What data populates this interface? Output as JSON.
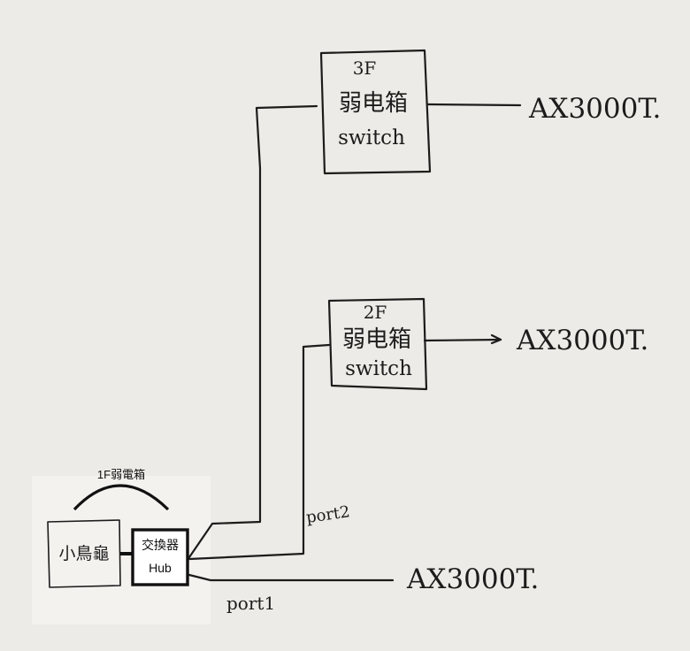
{
  "floors": {
    "floor3": {
      "title": "3F",
      "box": "弱电箱",
      "device": "switch"
    },
    "floor2": {
      "title": "2F",
      "box": "弱电箱",
      "device": "switch"
    },
    "floor1": {
      "label": "1F弱電箱",
      "modem": "小鳥龜",
      "hub_cn": "交換器",
      "hub_en": "Hub"
    }
  },
  "endpoints": {
    "ap3": "AX3000T.",
    "ap2": "AX3000T.",
    "ap1": "AX3000T."
  },
  "ports": {
    "port2": "port2",
    "port1": "port1"
  },
  "colors": {
    "ink": "#1c1c1c",
    "paper": "#ecebe7",
    "patch": "#f3f2ef"
  }
}
